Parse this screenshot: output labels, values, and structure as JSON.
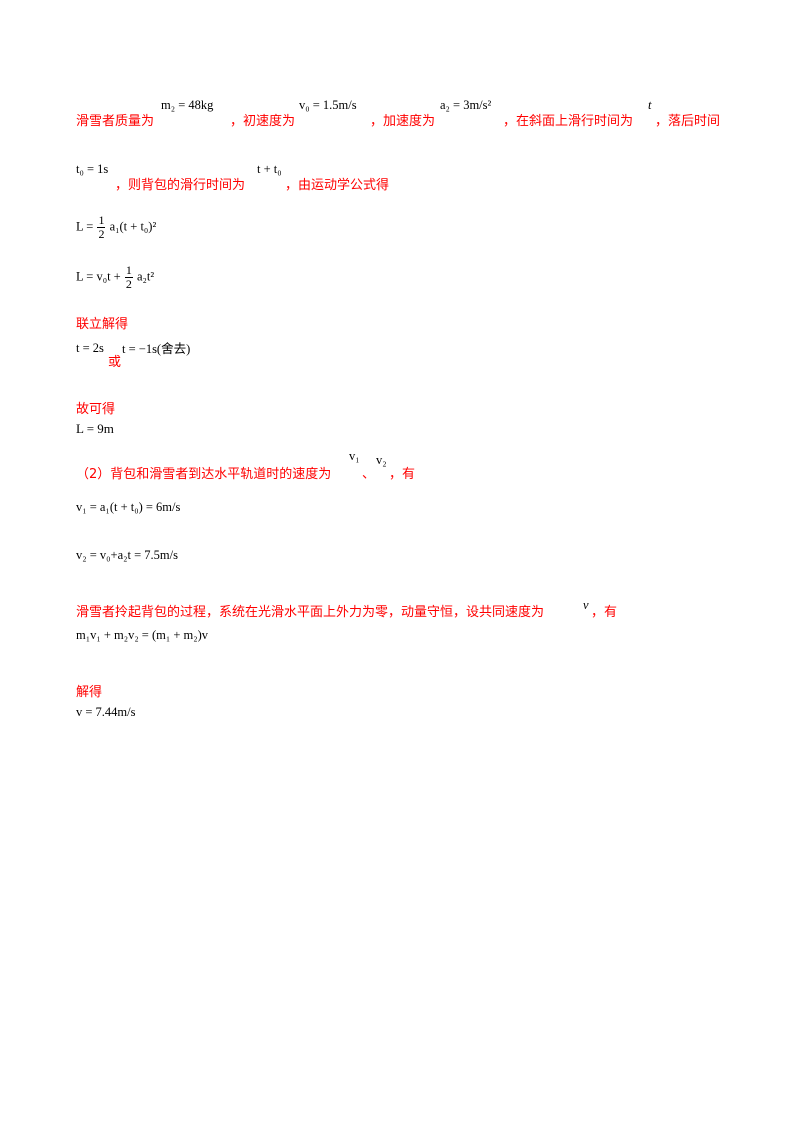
{
  "lines": {
    "l1": {
      "t1": "滑雪者质量为",
      "m_m2": "m₂ = 48kg",
      "t2": "，初速度为",
      "m_v0": "v₀ = 1.5m/s",
      "t3": "，加速度为",
      "m_a2": "a₂ = 3m/s²",
      "t4": "，在斜面上滑行时间为",
      "m_t": "t",
      "t5": "，落后时间"
    },
    "l2": {
      "m_t0": "t₀ = 1s",
      "t1": "，则背包的滑行时间为",
      "m_tt0": "t + t₀",
      "t2": "，由运动学公式得"
    },
    "eq1": {
      "lhs": "L =",
      "num": "1",
      "den": "2",
      "rhs": "a₁(t + t₀)²"
    },
    "eq2": {
      "lhs": "L = v₀t +",
      "num": "1",
      "den": "2",
      "rhs": "a₂t²"
    },
    "l3": {
      "t1": "联立解得"
    },
    "l4": {
      "m1": "t = 2s",
      "t1": "或",
      "m2": "t = −1s(舍去)"
    },
    "l5": {
      "t1": "故可得"
    },
    "l6": {
      "m1": "L = 9m"
    },
    "l7": {
      "t1": "（2）背包和滑雪者到达水平轨道时的速度为",
      "m_v1": "v₁",
      "t2": "、",
      "m_v2": "v₂",
      "t3": "，有"
    },
    "eq3": {
      "text": "v₁ = a₁(t + t₀) = 6m/s"
    },
    "eq4": {
      "text": "v₂ = v₀+a₂t = 7.5m/s"
    },
    "l8": {
      "t1": "滑雪者拎起背包的过程，系统在光滑水平面上外力为零，动量守恒，设共同速度为",
      "m_v": "v",
      "t2": "，有"
    },
    "eq5": {
      "text": "m₁v₁ + m₂v₂ = (m₁ + m₂)v"
    },
    "l9": {
      "t1": "解得"
    },
    "eq6": {
      "text": "v = 7.44m/s"
    }
  }
}
